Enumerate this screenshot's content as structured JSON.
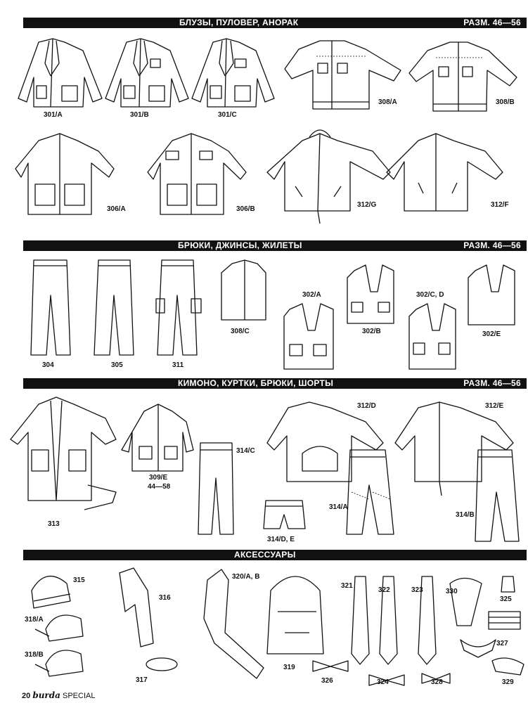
{
  "sections": [
    {
      "title": "БЛУЗЫ, ПУЛОВЕР, АНОРАК",
      "size": "РАЗМ. 46—56"
    },
    {
      "title": "БРЮКИ, ДЖИНСЫ, ЖИЛЕТЫ",
      "size": "РАЗМ. 46—56"
    },
    {
      "title": "КИМОНО, КУРТКИ, БРЮКИ, ШОРТЫ",
      "size": "РАЗМ. 46—56"
    },
    {
      "title": "АКСЕССУАРЫ"
    }
  ],
  "labels": {
    "s1": [
      "301/A",
      "301/B",
      "301/C",
      "308/A",
      "308/B",
      "306/A",
      "306/B",
      "312/G",
      "312/F"
    ],
    "s2": [
      "304",
      "305",
      "311",
      "308/C",
      "302/A",
      "302/B",
      "302/C, D",
      "302/E"
    ],
    "s3": [
      "313",
      "309/E",
      "44—58",
      "314/C",
      "312/D",
      "314/A",
      "314/D, E",
      "312/E",
      "314/B"
    ],
    "s4": [
      "315",
      "318/A",
      "318/B",
      "316",
      "317",
      "320/A, B",
      "319",
      "326",
      "321",
      "322",
      "323",
      "324",
      "328",
      "330",
      "325",
      "327",
      "329"
    ]
  },
  "footer": {
    "page": "20",
    "brand": "burda",
    "suffix": "SPECIAL"
  }
}
